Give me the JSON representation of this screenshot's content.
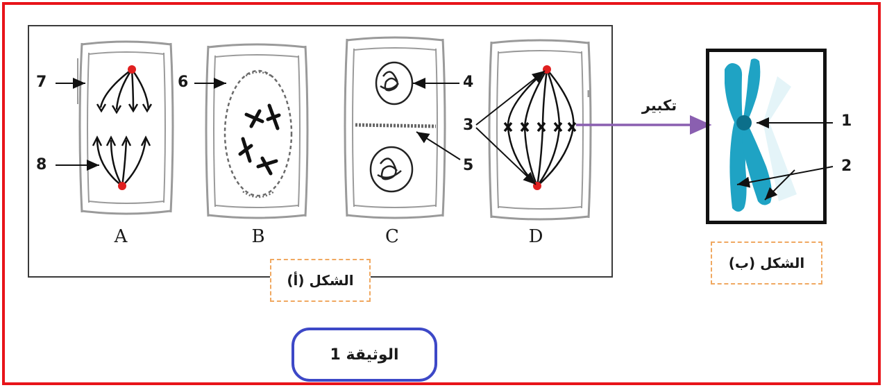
{
  "figure_a": {
    "caption": "الشكل (أ)",
    "cells": [
      {
        "id": "A",
        "label": "A"
      },
      {
        "id": "B",
        "label": "B"
      },
      {
        "id": "C",
        "label": "C"
      },
      {
        "id": "D",
        "label": "D"
      }
    ]
  },
  "figure_b": {
    "caption": "الشكل (ب)"
  },
  "zoom_label": "تكبير",
  "document_label": "الوثيقة 1",
  "markers": {
    "n1": "1",
    "n2": "2",
    "n3": "3",
    "n4": "4",
    "n5": "5",
    "n6": "6",
    "n7": "7",
    "n8": "8"
  },
  "colors": {
    "frame": "#e8141a",
    "chromosome": "#1fa3c4",
    "centromere": "#0c6f8a",
    "zoom_arrow": "#8a5fb0",
    "spindle_pole": "#e02020",
    "doc_label_border": "#3d48c7",
    "caption_border": "#f0a860"
  }
}
